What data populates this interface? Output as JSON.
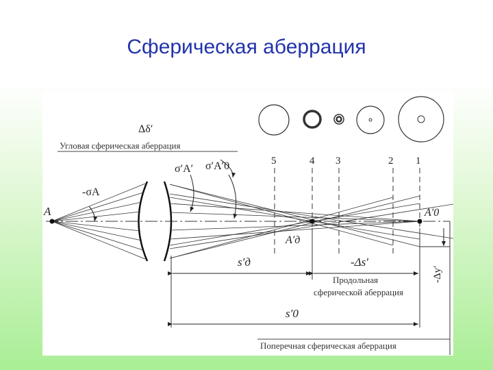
{
  "title": "Сферическая аберрация",
  "figure": {
    "captions": {
      "angular": "Угловая сферическая аберрация",
      "longitudinal_1": "Продольная",
      "longitudinal_2": "сферической аберрация",
      "transverse": "Поперечная сферическая аберрация"
    },
    "labels": {
      "delta_delta": "Δδ′",
      "minus_sigma_a": "-σA",
      "point_a": "A",
      "sigma_a_prime": "σ′A′",
      "sigma_a0_prime": "σ′A′0",
      "a0_prime": "A′0",
      "ad_prime": "A′д",
      "s_d": "s′д",
      "minus_delta_s": "-Δs′",
      "s0": "s′0",
      "minus_delta_y": "-Δy′"
    },
    "planes": [
      "5",
      "4",
      "3",
      "2",
      "1"
    ]
  }
}
